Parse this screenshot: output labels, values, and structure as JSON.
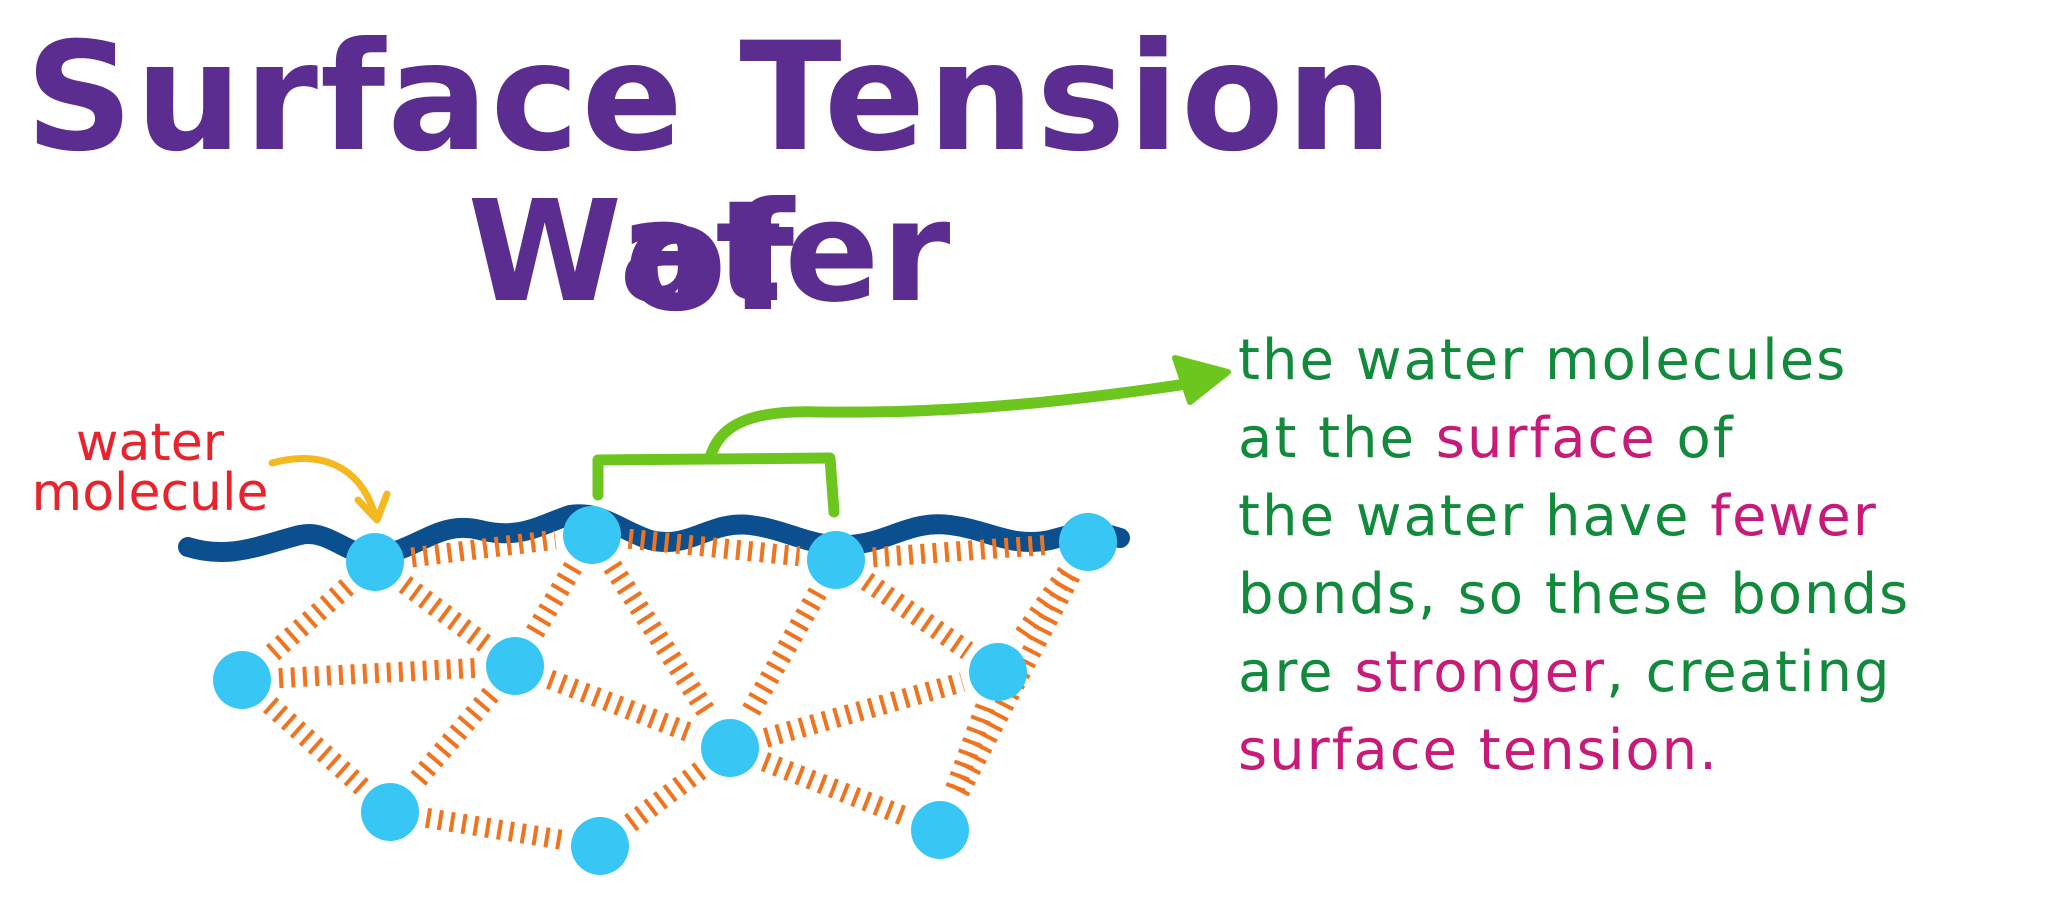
{
  "title": {
    "line1": "Surface Tension of",
    "line2": "Water"
  },
  "label": {
    "line1": "water",
    "line2": "molecule"
  },
  "explanation": {
    "l1": "the water molecules",
    "l2a": "at the ",
    "l2b": "surface",
    "l2c": " of",
    "l3a": "the water have ",
    "l3b": "fewer",
    "l4": "bonds, so these bonds",
    "l5a": "are ",
    "l5b": "stronger",
    "l5c": ", creating",
    "l6": "surface tension."
  },
  "colors": {
    "title": "#5b2d90",
    "label": "#e8232c",
    "label_arrow": "#f5b820",
    "explanation_text": "#118a3b",
    "highlight_text": "#c81a78",
    "water_surface": "#0b4f8f",
    "molecule": "#38c7f5",
    "hydrogen_bond": "#f0731f",
    "bracket_arrow": "#6cc61d"
  }
}
